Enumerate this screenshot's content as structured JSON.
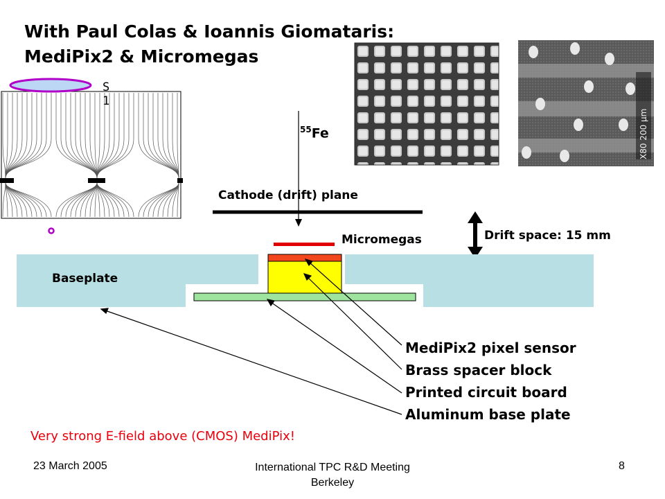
{
  "title": {
    "line1": "With Paul Colas & Ioannis Giomataris:",
    "line2": "MediPix2 & Micromegas"
  },
  "field_panel": {
    "label_top": "S",
    "label_bottom": "1"
  },
  "source": {
    "mass_number": "55",
    "element": "Fe"
  },
  "labels": {
    "cathode": "Cathode (drift) plane",
    "micromegas": "Micromegas",
    "drift_space": "Drift space: 15 mm",
    "baseplate": "Baseplate"
  },
  "components": [
    "MediPix2 pixel sensor",
    "Brass spacer block",
    "Printed circuit board",
    "Aluminum base plate"
  ],
  "note": "Very strong E-field above (CMOS) MediPix!",
  "footer": {
    "date": "23 March 2005",
    "meeting_line1": "International TPC R&D Meeting",
    "meeting_line2": "Berkeley",
    "page": "8"
  },
  "colors": {
    "baseplate": "#b8dfe3",
    "pcb": "#9ee39e",
    "spacer": "#ffff00",
    "sensor": "#f2461c",
    "micromegas_mesh": "#e00000",
    "ellipse_fill": "#bcd6f5",
    "ellipse_stroke": "#b000c8",
    "note": "#e8000b"
  }
}
